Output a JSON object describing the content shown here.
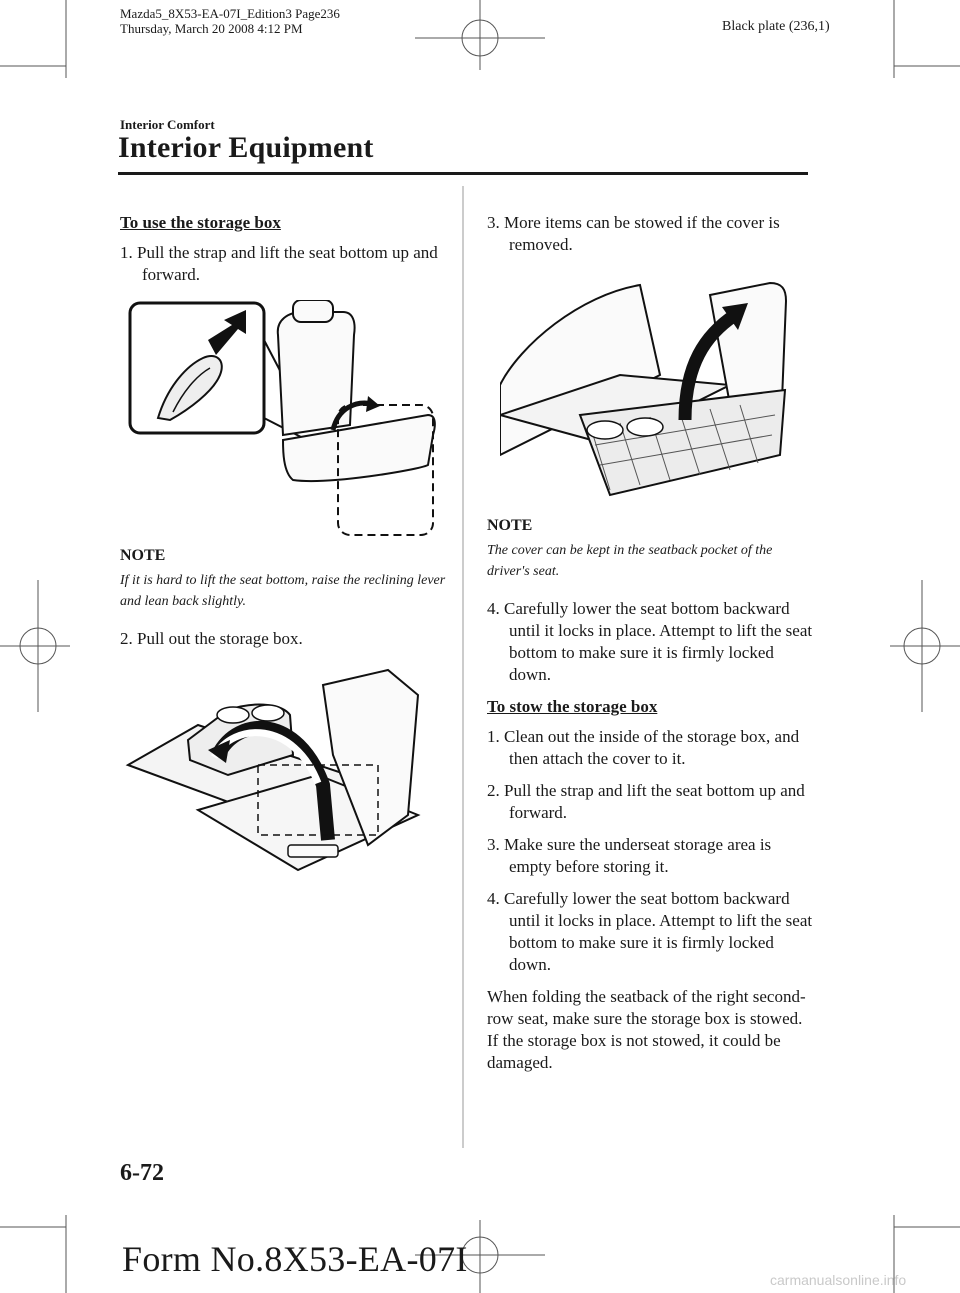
{
  "header": {
    "file_line": "Mazda5_8X53-EA-07I_Edition3 Page236",
    "date_line": "Thursday, March 20 2008 4:12 PM",
    "plate": "Black plate (236,1)",
    "section": "Interior Comfort",
    "title": "Interior Equipment"
  },
  "left": {
    "heading": "To use the storage box",
    "step1": "1. Pull the strap and lift the seat bottom up and forward.",
    "note_label": "NOTE",
    "note_text": "If it is hard to lift the seat bottom, raise the reclining lever and lean back slightly.",
    "step2": "2. Pull out the storage box."
  },
  "right": {
    "step3": "3. More items can be stowed if the cover is removed.",
    "note_label": "NOTE",
    "note_text": "The cover can be kept in the seatback pocket of the driver's seat.",
    "step4": "4. Carefully lower the seat bottom backward until it locks in place. Attempt to lift the seat bottom to make sure it is firmly locked down.",
    "heading2": "To stow the storage box",
    "stow_steps": [
      "1. Clean out the inside of the storage box, and then attach the cover to it.",
      "2. Pull the strap and lift the seat bottom up and forward.",
      "3. Make sure the underseat storage area is empty before storing it.",
      "4. Carefully lower the seat bottom backward until it locks in place. Attempt to lift the seat bottom to make sure it is firmly locked down."
    ],
    "closing": "When folding the seatback of the right second-row seat, make sure the storage box is stowed. If the storage box is not stowed, it could be damaged."
  },
  "footer": {
    "page_number": "6-72",
    "form_number": "Form No.8X53-EA-07I",
    "watermark": "carmanualsonline.info"
  }
}
